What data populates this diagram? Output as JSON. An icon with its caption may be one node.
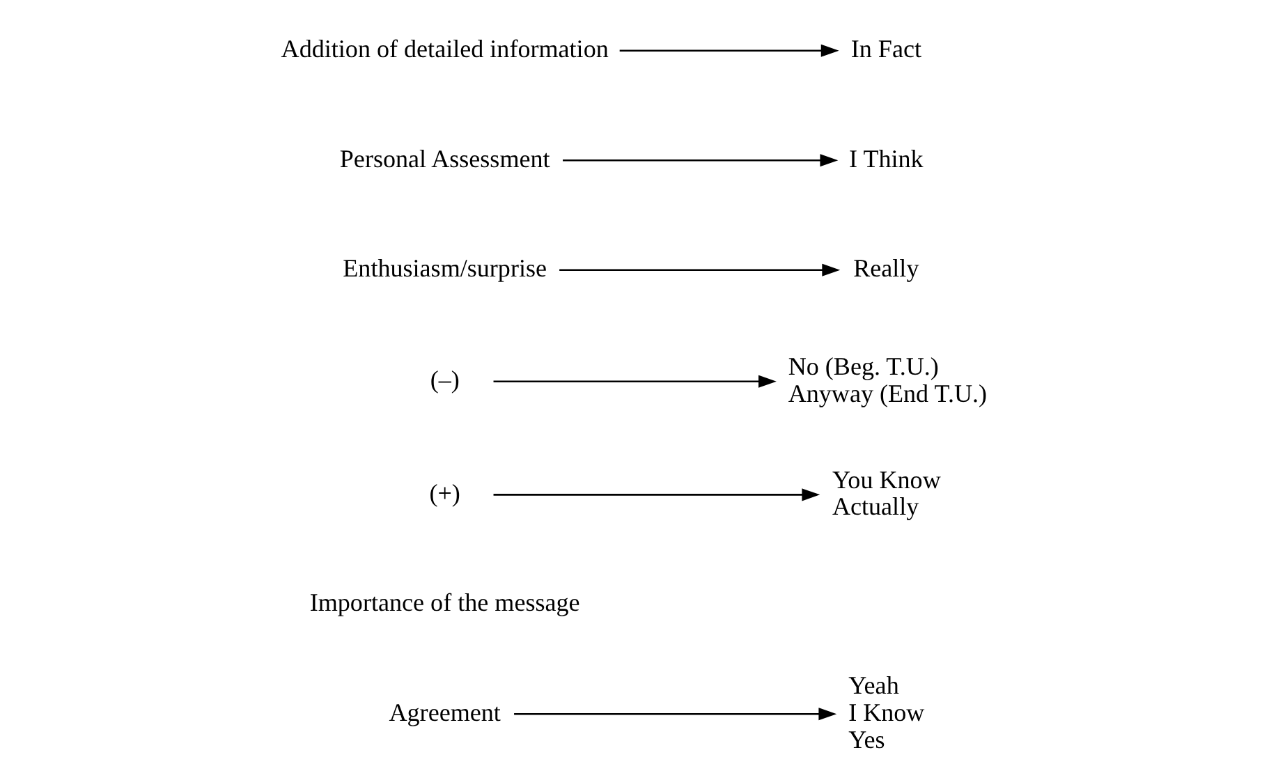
{
  "diagram": {
    "nodes": [
      {
        "text": [
          "Agreement"
        ]
      },
      {
        "text": [
          "Yeah",
          "I Know",
          "Yes"
        ]
      },
      {
        "text": [
          "Importance of the message"
        ]
      },
      {
        "text": [
          "(+)"
        ]
      },
      {
        "text": [
          "You Know",
          "Actually"
        ]
      },
      {
        "text": [
          "(–)"
        ]
      },
      {
        "text": [
          "No (Beg. T.U.)",
          "Anyway (End T.U.)"
        ]
      },
      {
        "text": [
          "Enthusiasm/surprise"
        ]
      },
      {
        "text": [
          "Really"
        ]
      },
      {
        "text": [
          "Personal Assessment"
        ]
      },
      {
        "text": [
          "I Think"
        ]
      },
      {
        "text": [
          "Addition of detailed information"
        ]
      },
      {
        "text": [
          "In Fact"
        ]
      }
    ],
    "edges": [
      {
        "from": 0,
        "to": 1,
        "arrow": "to"
      },
      {
        "from": 3,
        "to": 4,
        "arrow": "to"
      },
      {
        "from": 5,
        "to": 6,
        "arrow": "to"
      },
      {
        "from": 7,
        "to": 8,
        "arrow": "to"
      },
      {
        "from": 9,
        "to": 10,
        "arrow": "to"
      },
      {
        "from": 11,
        "to": 12,
        "arrow": "to"
      }
    ]
  }
}
